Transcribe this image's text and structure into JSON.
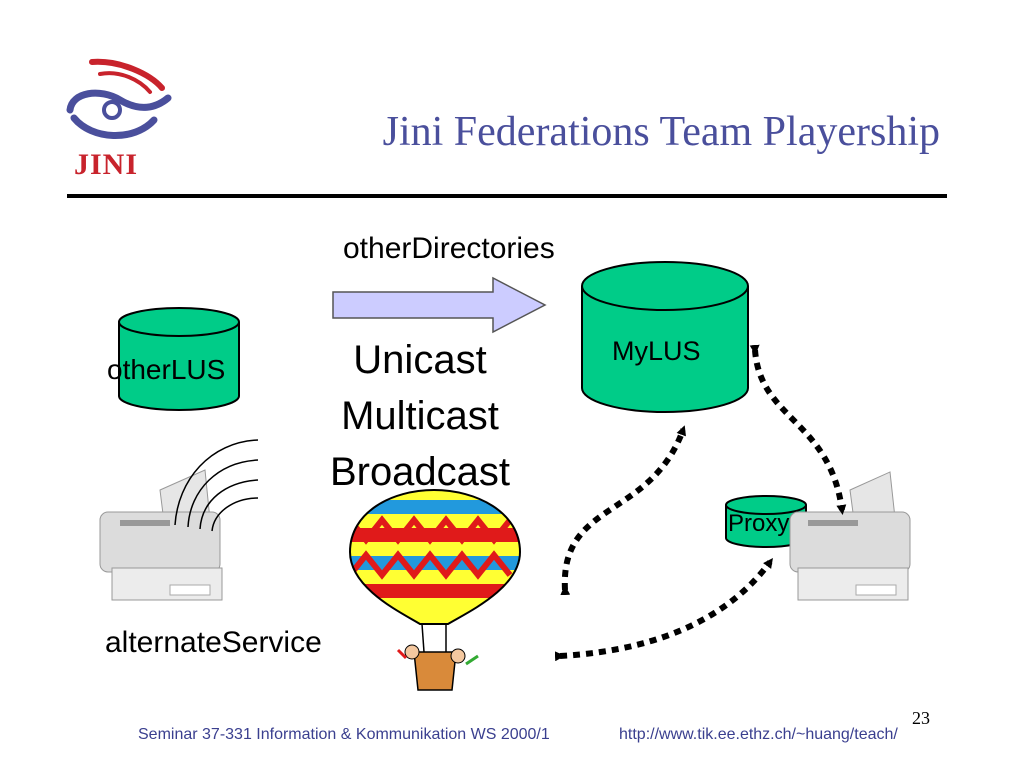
{
  "slide": {
    "title": "Jini Federations Team Playership",
    "logo_text": "JINI",
    "page_number": "23",
    "footer_left": "Seminar 37-331 Information & Kommunikation WS 2000/1",
    "footer_right": "http://www.tik.ee.ethz.ch/~huang/teach/"
  },
  "diagram": {
    "other_directories_label": "otherDirectories",
    "other_lus_label": "otherLUS",
    "mylus_label": "MyLUS",
    "proxy_label": "Proxy",
    "alternate_service_label": "alternateService",
    "discovery_methods": [
      "Unicast",
      "Multicast",
      "Broadcast"
    ]
  },
  "colors": {
    "title": "#4a4f9c",
    "cylinder_fill": "#00cc88",
    "arrow_fill": "#ccccff",
    "logo_red": "#c8232c",
    "logo_blue": "#4a4f9c"
  },
  "icons": [
    "jini-logo-icon",
    "printer-icon",
    "hot-air-balloon-icon",
    "wireless-waves-icon"
  ]
}
